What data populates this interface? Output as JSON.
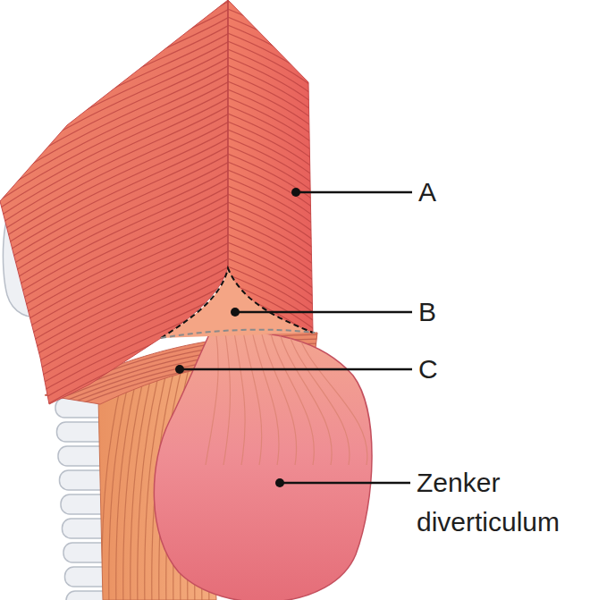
{
  "diagram": {
    "labels": [
      "A",
      "B",
      "C",
      "Zenker diverticulum"
    ]
  }
}
